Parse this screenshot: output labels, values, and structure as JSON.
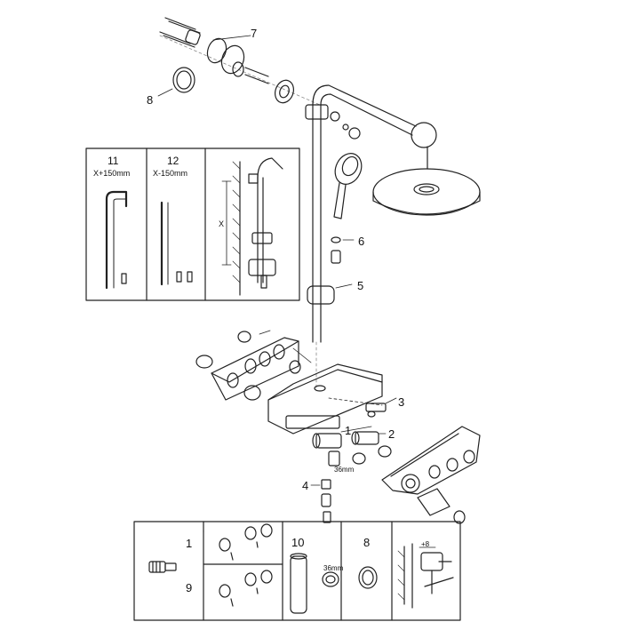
{
  "callouts": {
    "c1": "1",
    "c2": "2",
    "c3": "3",
    "c4": "4",
    "c5": "5",
    "c6": "6",
    "c7": "7",
    "c8": "8"
  },
  "inset_left": {
    "col11_num": "11",
    "col11_dim": "X+150mm",
    "col12_num": "12",
    "col12_dim": "X-150mm",
    "x_label": "X"
  },
  "wrench_36": "36mm",
  "bottom_panel": {
    "row1_num": "1",
    "row9_num": "9",
    "col10_num": "10",
    "col10_size": "36mm",
    "col8_num": "8",
    "offset_label": "+8"
  }
}
